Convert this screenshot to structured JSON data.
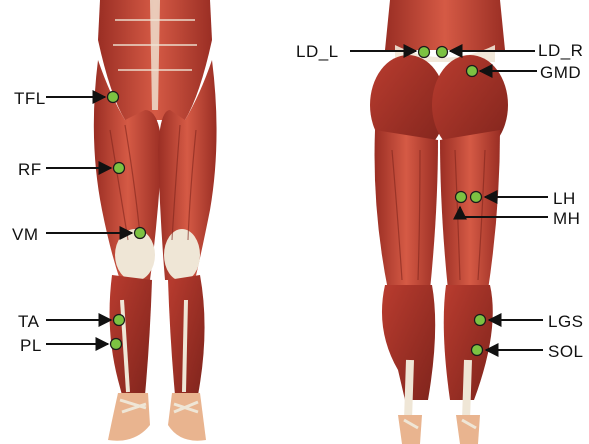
{
  "labels": {
    "tfl": "TFL",
    "rf": "RF",
    "vm": "VM",
    "ta": "TA",
    "pl": "PL",
    "ld_l": "LD_L",
    "ld_r": "LD_R",
    "gmd": "GMD",
    "lh": "LH",
    "mh": "MH",
    "lgs": "LGS",
    "sol": "SOL"
  },
  "colors": {
    "marker_fill": "#7cc242",
    "marker_stroke": "#1a1a1a",
    "arrow": "#111111",
    "muscle": "#c8463a",
    "muscle_dark": "#8f2a22",
    "tendon": "#efe6d6",
    "skin": "#e9b48f"
  }
}
